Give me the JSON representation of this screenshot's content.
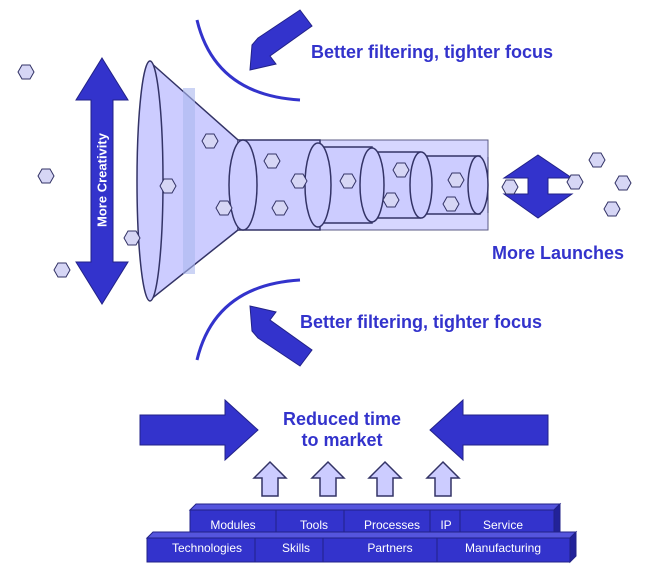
{
  "labels": {
    "top_filter": "Better filtering, tighter focus",
    "bottom_filter": "Better filtering, tighter focus",
    "creativity": "More Creativity",
    "launches": "More Launches",
    "time_line1": "Reduced time",
    "time_line2": "to market"
  },
  "blocks": {
    "top_row": [
      "Modules",
      "Tools",
      "Processes",
      "IP",
      "Service"
    ],
    "bottom_row": [
      "Technologies",
      "Skills",
      "Partners",
      "Manufacturing"
    ]
  },
  "colors": {
    "arrow": "#3333cc",
    "block": "#3333cc",
    "funnel_fill": "#ccccff",
    "hexagon_fill": "#d6d6f5",
    "text": "#3333cc"
  }
}
